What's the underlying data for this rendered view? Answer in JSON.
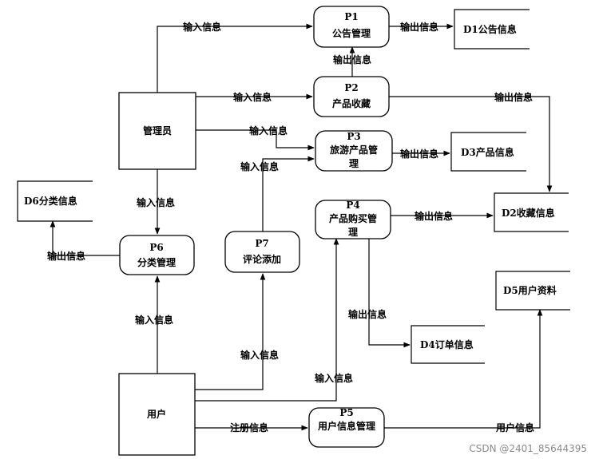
{
  "entities": {
    "admin": "管理员",
    "user": "用户"
  },
  "processes": {
    "p1": {
      "id": "P1",
      "name": "公告管理"
    },
    "p2": {
      "id": "P2",
      "name": "产品收藏"
    },
    "p3": {
      "id": "P3",
      "name_line1": "旅游产品管",
      "name_line2": "理"
    },
    "p4": {
      "id": "P4",
      "name_line1": "产品购买管",
      "name_line2": "理"
    },
    "p5": {
      "id": "P5",
      "name": "用户信息管理"
    },
    "p6": {
      "id": "P6",
      "name": "分类管理"
    },
    "p7": {
      "id": "P7",
      "name": "评论添加"
    }
  },
  "stores": {
    "d1": "D1公告信息",
    "d2": "D2收藏信息",
    "d3": "D3产品信息",
    "d4": "D4订单信息",
    "d5": "D5用户资料",
    "d6": "D6分类信息"
  },
  "flows": {
    "admin_p1": "输入信息",
    "p1_d1": "输出信息",
    "p2_p1": "输出信息",
    "admin_p2": "输入信息",
    "p2_d2": "输出信息",
    "admin_p3": "输入信息",
    "p3_d3": "输出信息",
    "p7_p3": "输入信息",
    "admin_p6": "输入信息",
    "p6_d6": "输出信息",
    "p4_d2": "输出信息",
    "p4_d4": "输出信息",
    "user_p6": "输入信息",
    "user_p7": "输入信息",
    "user_p4": "输入信息",
    "user_p5": "注册信息",
    "p5_d5": "用户信息"
  },
  "watermark": "CSDN @2401_85644395"
}
